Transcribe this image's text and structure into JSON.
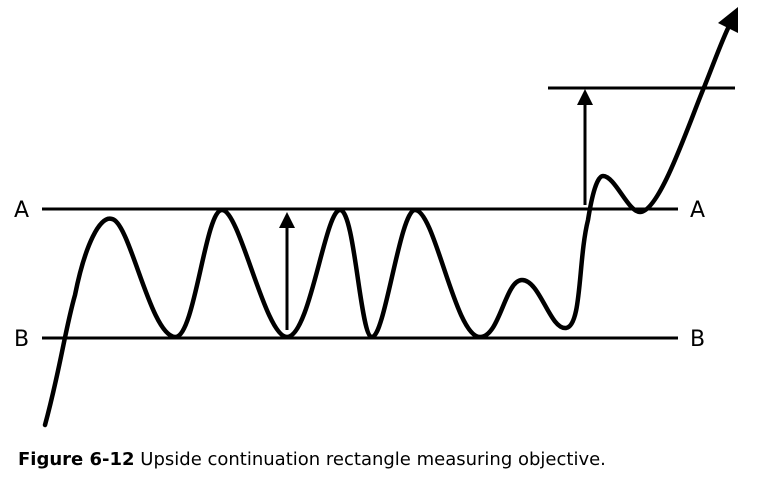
{
  "diagram": {
    "line_a_label_left": "A",
    "line_a_label_right": "A",
    "line_b_label_left": "B",
    "line_b_label_right": "B"
  },
  "caption": {
    "figure_number": "Figure 6-12",
    "text": " Upside continuation rectangle measuring objective."
  },
  "colors": {
    "stroke": "#000000",
    "background": "#ffffff"
  }
}
